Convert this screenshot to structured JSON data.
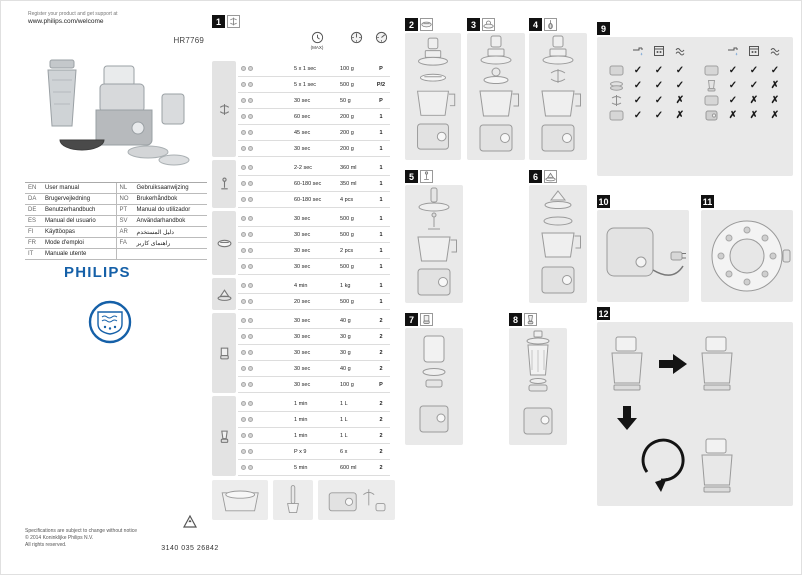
{
  "page": {
    "register_line1": "Register your product and get support at",
    "register_url": "www.philips.com/welcome",
    "model": "HR7769",
    "brand": "PHILIPS",
    "doc_number": "3140 035 26842",
    "footer_lines": [
      "Specifications are subject to change without notice",
      "© 2014 Koninklijke Philips N.V.",
      "All rights reserved."
    ]
  },
  "colors": {
    "brand_blue": "#1560a8",
    "badge_black": "#111111",
    "panel_gray": "#e9e9e9"
  },
  "languages": {
    "rows": [
      {
        "lc": "EN",
        "ll": "User manual",
        "rc": "NL",
        "rl": "Gebruiksaanwijzing"
      },
      {
        "lc": "DA",
        "ll": "Brugervejledning",
        "rc": "NO",
        "rl": "Brukerhåndbok"
      },
      {
        "lc": "DE",
        "ll": "Benutzerhandbuch",
        "rc": "PT",
        "rl": "Manual do utilizador"
      },
      {
        "lc": "ES",
        "ll": "Manual del usuario",
        "rc": "SV",
        "rl": "Användarhandbok"
      },
      {
        "lc": "FI",
        "ll": "Käyttöopas",
        "rc": "AR",
        "rl": "دليل المستخدم"
      },
      {
        "lc": "FR",
        "ll": "Mode d'emploi",
        "rc": "FA",
        "rl": "راهنمای کاربر"
      },
      {
        "lc": "IT",
        "ll": "Manuale utente",
        "rc": "",
        "rl": ""
      }
    ]
  },
  "steps": {
    "numbers": [
      "1",
      "2",
      "3",
      "4",
      "5",
      "6",
      "7",
      "8",
      "9",
      "10",
      "11",
      "12"
    ],
    "step_icons": [
      "blade-icon",
      "slicing-disc-icon",
      "emulsifying-disc-icon",
      "whisk-icon",
      "kneading-tool-icon",
      "citrus-press-icon",
      "mill-icon",
      "blender-icon"
    ]
  },
  "processing_table": {
    "header": {
      "max_label": "(MAX)",
      "time_icon": "clock-icon",
      "speed_icons": [
        "speed-dial-icon",
        "pulse-dial-icon"
      ]
    },
    "sections": [
      {
        "icon": "blade-icon",
        "rows": [
          {
            "time": "5 x 1 sec",
            "amount": "100 g",
            "speed": "P"
          },
          {
            "time": "5 x 1 sec",
            "amount": "500 g",
            "speed": "P/2"
          },
          {
            "time": "30 sec",
            "amount": "50 g",
            "speed": "P"
          },
          {
            "time": "60 sec",
            "amount": "200 g",
            "speed": "1"
          },
          {
            "time": "45 sec",
            "amount": "200 g",
            "speed": "1"
          },
          {
            "time": "30 sec",
            "amount": "200 g",
            "speed": "1"
          }
        ]
      },
      {
        "icon": "kneading-tool-icon",
        "rows": [
          {
            "time": "2-2 sec",
            "amount": "360 ml",
            "speed": "1"
          },
          {
            "time": "60-180 sec",
            "amount": "350 ml",
            "speed": "1"
          },
          {
            "time": "60-180 sec",
            "amount": "4 pcs",
            "speed": "1"
          }
        ]
      },
      {
        "icon": "disc-icon",
        "rows": [
          {
            "time": "30 sec",
            "amount": "500 g",
            "speed": "1"
          },
          {
            "time": "30 sec",
            "amount": "500 g",
            "speed": "1"
          },
          {
            "time": "30 sec",
            "amount": "2 pcs",
            "speed": "1"
          },
          {
            "time": "30 sec",
            "amount": "500 g",
            "speed": "1"
          }
        ]
      },
      {
        "icon": "citrus-press-icon",
        "rows": [
          {
            "time": "4 min",
            "amount": "1 kg",
            "speed": "1"
          },
          {
            "time": "20 sec",
            "amount": "500 g",
            "speed": "1"
          }
        ]
      },
      {
        "icon": "mill-icon",
        "rows": [
          {
            "time": "30 sec",
            "amount": "40 g",
            "speed": "2"
          },
          {
            "time": "30 sec",
            "amount": "30 g",
            "speed": "2"
          },
          {
            "time": "30 sec",
            "amount": "30 g",
            "speed": "2"
          },
          {
            "time": "30 sec",
            "amount": "40 g",
            "speed": "2"
          },
          {
            "time": "30 sec",
            "amount": "100 g",
            "speed": "P"
          }
        ]
      },
      {
        "icon": "blender-icon",
        "rows": [
          {
            "time": "1 min",
            "amount": "1 L",
            "speed": "2"
          },
          {
            "time": "1 min",
            "amount": "1 L",
            "speed": "2"
          },
          {
            "time": "1 min",
            "amount": "1 L",
            "speed": "2"
          },
          {
            "time": "P x 9",
            "amount": "6 x",
            "speed": "2"
          },
          {
            "time": "5 min",
            "amount": "600 ml",
            "speed": "2"
          }
        ]
      }
    ]
  },
  "cleaning_table": {
    "header_icons": [
      "tap-water-icon",
      "dishwasher-icon",
      "cloth-icon"
    ],
    "groups": [
      {
        "rows": [
          {
            "part": "bowl-and-lid-icon",
            "marks": [
              "✓",
              "✓",
              "✓"
            ]
          },
          {
            "part": "discs-icon",
            "marks": [
              "✓",
              "✓",
              "✓"
            ]
          },
          {
            "part": "blade-and-tools-icon",
            "marks": [
              "✓",
              "✓",
              "✗"
            ]
          },
          {
            "part": "citrus-press-icon",
            "marks": [
              "✓",
              "✓",
              "✗"
            ]
          }
        ]
      },
      {
        "rows": [
          {
            "part": "mill-beaker-icon",
            "marks": [
              "✓",
              "✓",
              "✓"
            ]
          },
          {
            "part": "blender-jar-icon",
            "marks": [
              "✓",
              "✓",
              "✗"
            ]
          },
          {
            "part": "pushers-icon",
            "marks": [
              "✓",
              "✗",
              "✗"
            ]
          },
          {
            "part": "motor-unit-icon",
            "marks": [
              "✗",
              "✗",
              "✗"
            ]
          }
        ]
      }
    ]
  }
}
